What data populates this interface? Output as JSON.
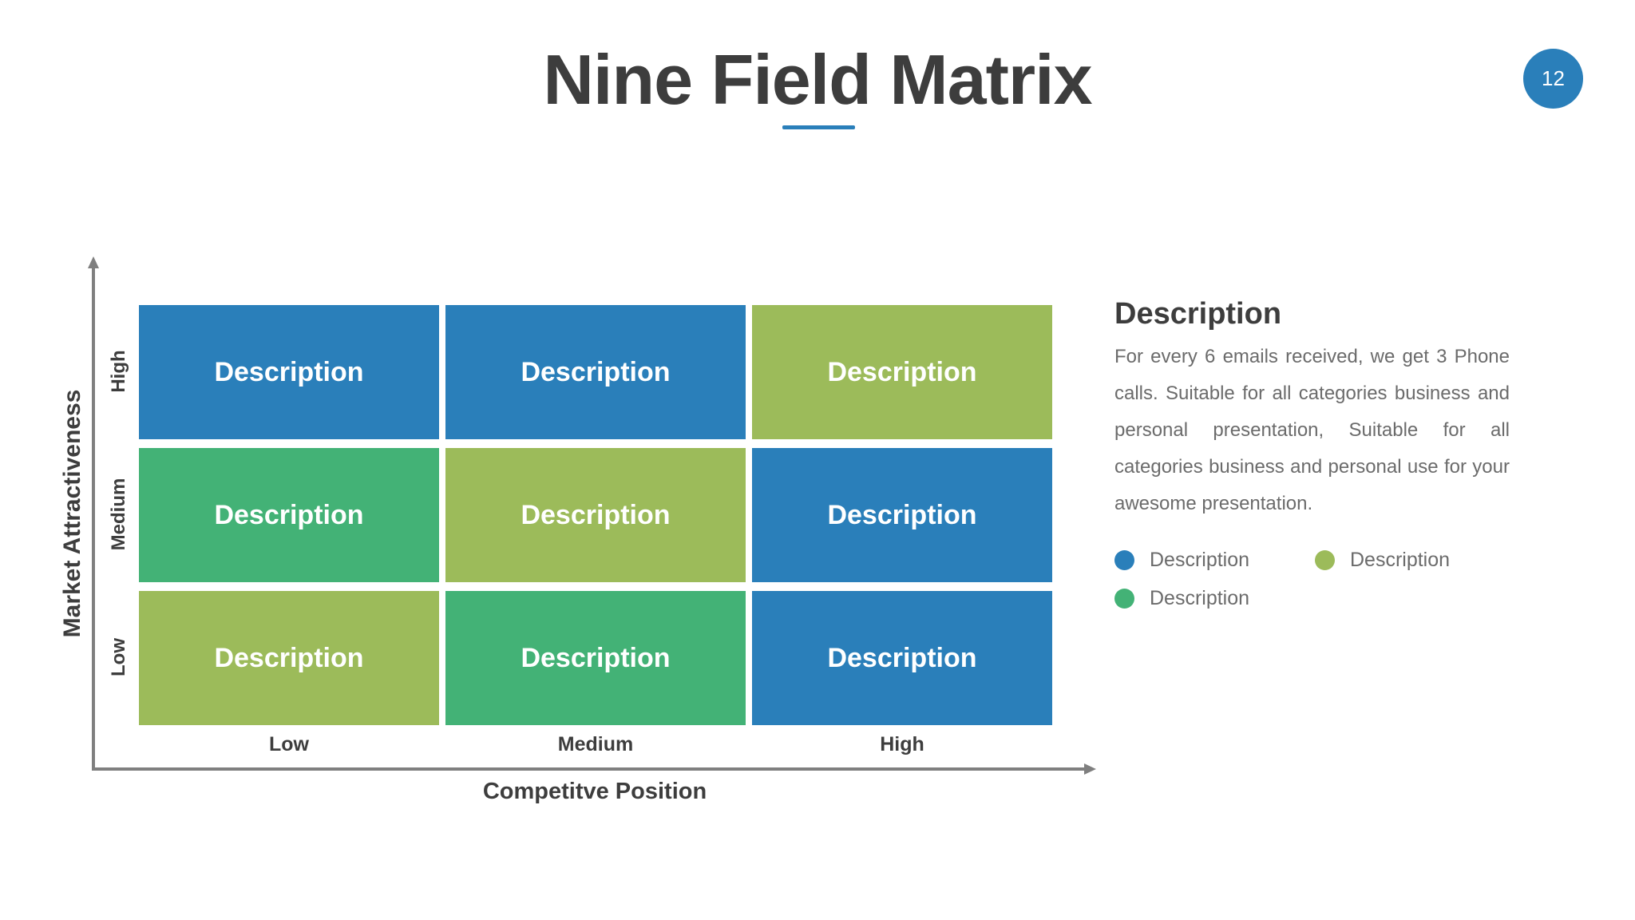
{
  "title": "Nine Field Matrix",
  "page_number": "12",
  "colors": {
    "blue": "#2a7fba",
    "green": "#43b276",
    "lime": "#9cbb5a"
  },
  "matrix": {
    "y_axis_title": "Market Attractiveness",
    "x_axis_title": "Competitve Position",
    "y_labels": [
      "High",
      "Medium",
      "Low"
    ],
    "x_labels": [
      "Low",
      "Medium",
      "High"
    ],
    "rows": [
      [
        {
          "label": "Description",
          "color": "blue"
        },
        {
          "label": "Description",
          "color": "blue"
        },
        {
          "label": "Description",
          "color": "lime"
        }
      ],
      [
        {
          "label": "Description",
          "color": "green"
        },
        {
          "label": "Description",
          "color": "lime"
        },
        {
          "label": "Description",
          "color": "blue"
        }
      ],
      [
        {
          "label": "Description",
          "color": "lime"
        },
        {
          "label": "Description",
          "color": "green"
        },
        {
          "label": "Description",
          "color": "blue"
        }
      ]
    ]
  },
  "description": {
    "heading": "Description",
    "body": "For every 6 emails received, we get 3 Phone calls. Suitable for all categories business and personal presentation, Suitable for all categories business and personal use for your awesome presentation."
  },
  "legend": [
    {
      "label": "Description",
      "color": "blue"
    },
    {
      "label": "Description",
      "color": "lime"
    },
    {
      "label": "Description",
      "color": "green"
    }
  ]
}
